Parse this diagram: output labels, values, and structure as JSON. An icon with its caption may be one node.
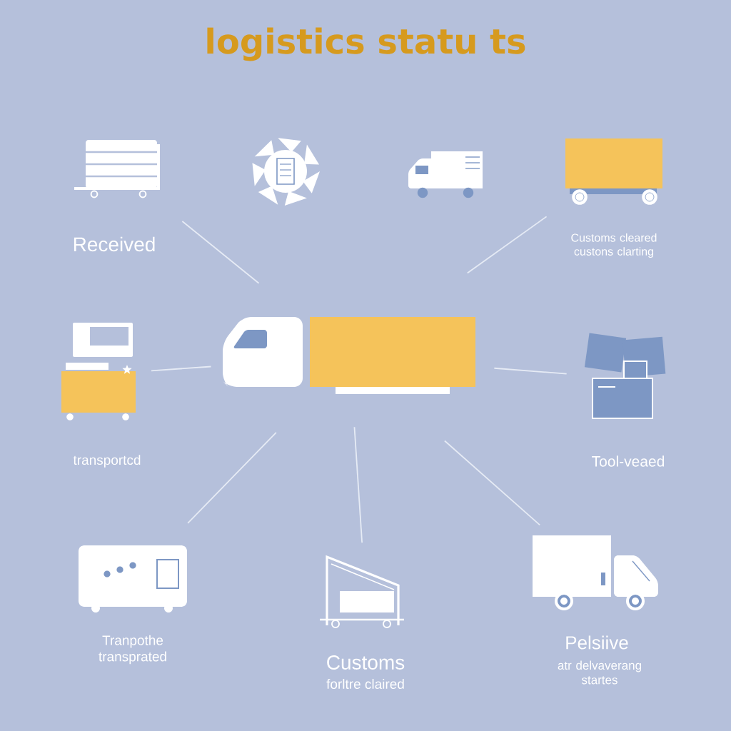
{
  "diagram": {
    "title": "logistics statu ts",
    "nodes": [
      {
        "text": [
          "Received"
        ]
      },
      {
        "text": [],
        "shape": "picture"
      },
      {
        "text": [],
        "shape": "truck"
      },
      {
        "text": [
          "Customs cleared custons clarting"
        ]
      },
      {
        "text": [],
        "shape": "truck"
      },
      {
        "text": [
          "transportcd"
        ]
      },
      {
        "text": [
          "Tool-veaed"
        ]
      },
      {
        "text": [
          "Tranpothe transprated"
        ]
      },
      {
        "text": [
          "Customs",
          "forltre claired"
        ]
      },
      {
        "text": [
          "Pelsiive",
          "atr delvaverang startes"
        ]
      }
    ],
    "edges": [
      {
        "from": 4,
        "to": 0,
        "arrow": "none"
      },
      {
        "from": 4,
        "to": 3,
        "arrow": "none"
      },
      {
        "from": 4,
        "to": 5,
        "arrow": "none"
      },
      {
        "from": 4,
        "to": 6,
        "arrow": "none"
      },
      {
        "from": 4,
        "to": 7,
        "arrow": "none"
      },
      {
        "from": 4,
        "to": 8,
        "arrow": "none"
      },
      {
        "from": 4,
        "to": 9,
        "arrow": "none"
      }
    ]
  }
}
